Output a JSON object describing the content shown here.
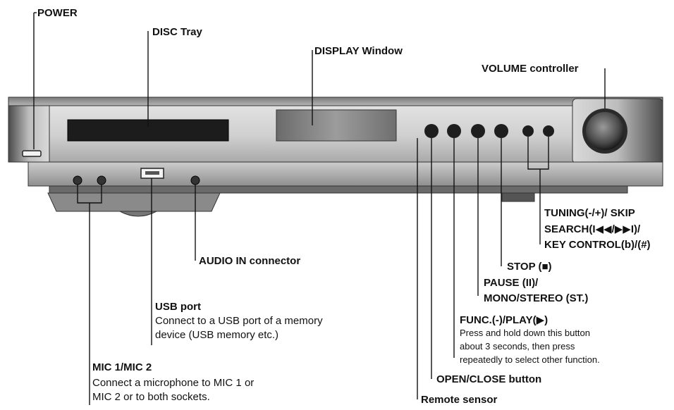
{
  "labels": {
    "power": "POWER",
    "disc_tray": "DISC Tray",
    "display_window": "DISPLAY Window",
    "volume_controller": "VOLUME controller",
    "tuning_line1": "TUNING(-/+)/ SKIP",
    "tuning_line2": "SEARCH(I◀◀/▶▶I)/",
    "tuning_line3": "KEY CONTROL(b)/(#)",
    "audio_in": "AUDIO IN connector",
    "stop": "STOP (■)",
    "pause_line1": "PAUSE (II)/",
    "pause_line2": "MONO/STEREO (ST.)",
    "usb_title": "USB port",
    "usb_desc_line1": "Connect to a USB port of a memory",
    "usb_desc_line2": "device (USB memory etc.)",
    "func_title": "FUNC.(-)/PLAY(▶)",
    "func_desc_line1": "Press and hold down this button",
    "func_desc_line2": "about 3 seconds, then press",
    "func_desc_line3": "repeatedly to select other function.",
    "open_close": "OPEN/CLOSE button",
    "mic_title": "MIC 1/MIC 2",
    "mic_desc_line1": "Connect a microphone to MIC 1 or",
    "mic_desc_line2": "MIC 2 or to both sockets.",
    "remote_sensor": "Remote sensor"
  },
  "colors": {
    "body_light": "#d8d8d8",
    "body_mid": "#a8a8a8",
    "body_dark": "#3a3a3a",
    "button": "#1e1e1e",
    "line": "#111111"
  }
}
